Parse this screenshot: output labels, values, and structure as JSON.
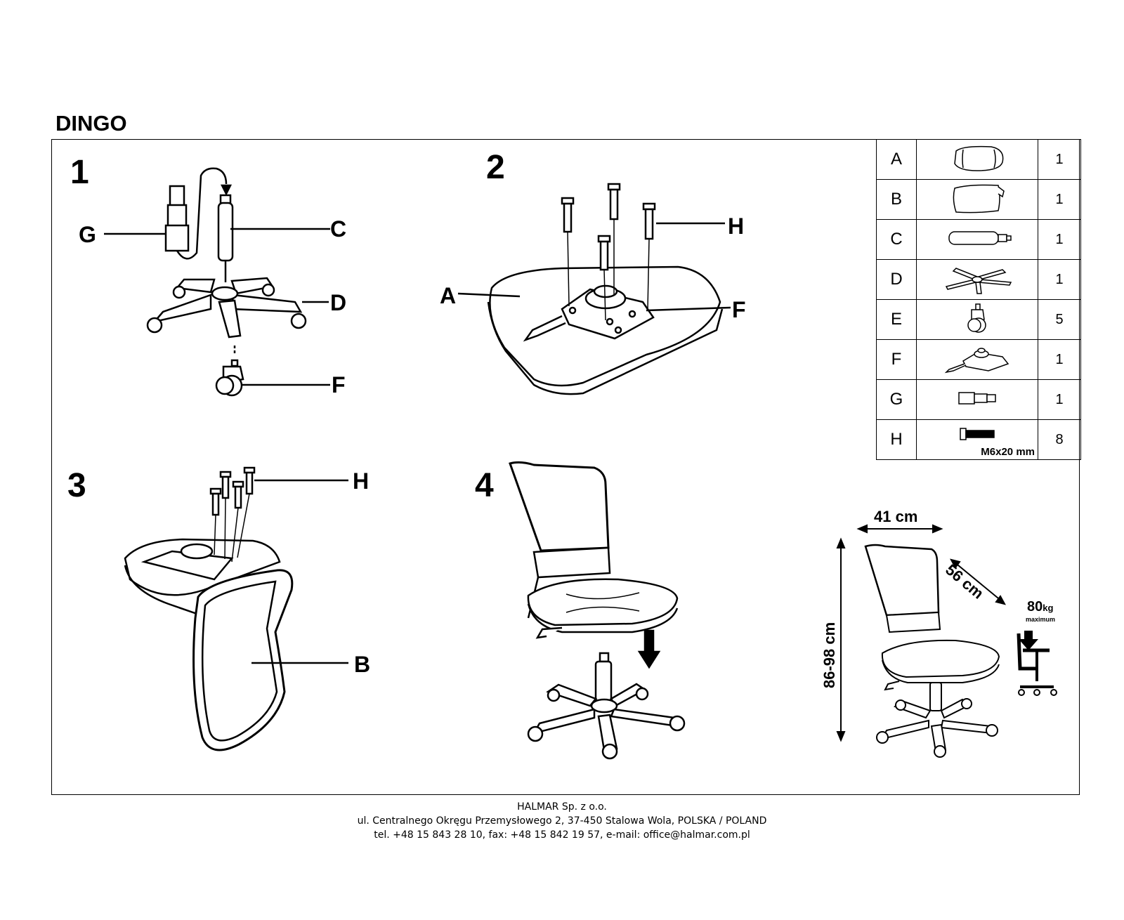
{
  "title": "DINGO",
  "steps": [
    "1",
    "2",
    "3",
    "4"
  ],
  "callouts": {
    "s1": {
      "g": "G",
      "c": "C",
      "d": "D",
      "f": "F"
    },
    "s2": {
      "a": "A",
      "h": "H",
      "f": "F"
    },
    "s3": {
      "h": "H",
      "b": "B"
    }
  },
  "parts": [
    {
      "label": "A",
      "qty": "1",
      "icon": "seat-cushion-icon"
    },
    {
      "label": "B",
      "qty": "1",
      "icon": "backrest-icon"
    },
    {
      "label": "C",
      "qty": "1",
      "icon": "gas-lift-icon"
    },
    {
      "label": "D",
      "qty": "1",
      "icon": "star-base-icon"
    },
    {
      "label": "E",
      "qty": "5",
      "icon": "caster-wheel-icon"
    },
    {
      "label": "F",
      "qty": "1",
      "icon": "tilt-mechanism-icon"
    },
    {
      "label": "G",
      "qty": "1",
      "icon": "lift-cover-icon"
    },
    {
      "label": "H",
      "qty": "8",
      "icon": "screw-icon",
      "note": "M6x20 mm"
    }
  ],
  "dimensions": {
    "width": "41 cm",
    "depth": "56 cm",
    "height": "86-98 cm"
  },
  "load": {
    "value": "80",
    "unit": "kg",
    "caption": "maximum"
  },
  "footer": [
    "HALMAR Sp. z o.o.",
    "ul. Centralnego Okręgu Przemysłowego 2, 37-450 Stalowa Wola, POLSKA / POLAND",
    "tel. +48 15 843 28 10, fax: +48 15 842 19 57, e-mail: office@halmar.com.pl"
  ]
}
